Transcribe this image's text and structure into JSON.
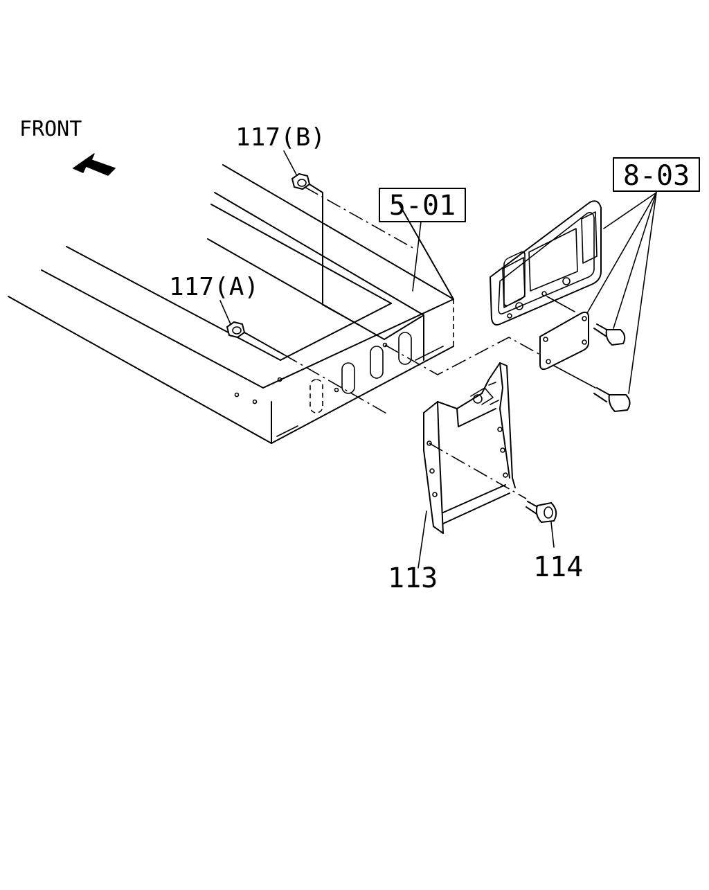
{
  "labels": {
    "front": "FRONT",
    "part_117b": "117(B)",
    "part_117a": "117(A)",
    "ref_501": "5-01",
    "ref_803": "8-03",
    "part_113": "113",
    "part_114": "114"
  }
}
